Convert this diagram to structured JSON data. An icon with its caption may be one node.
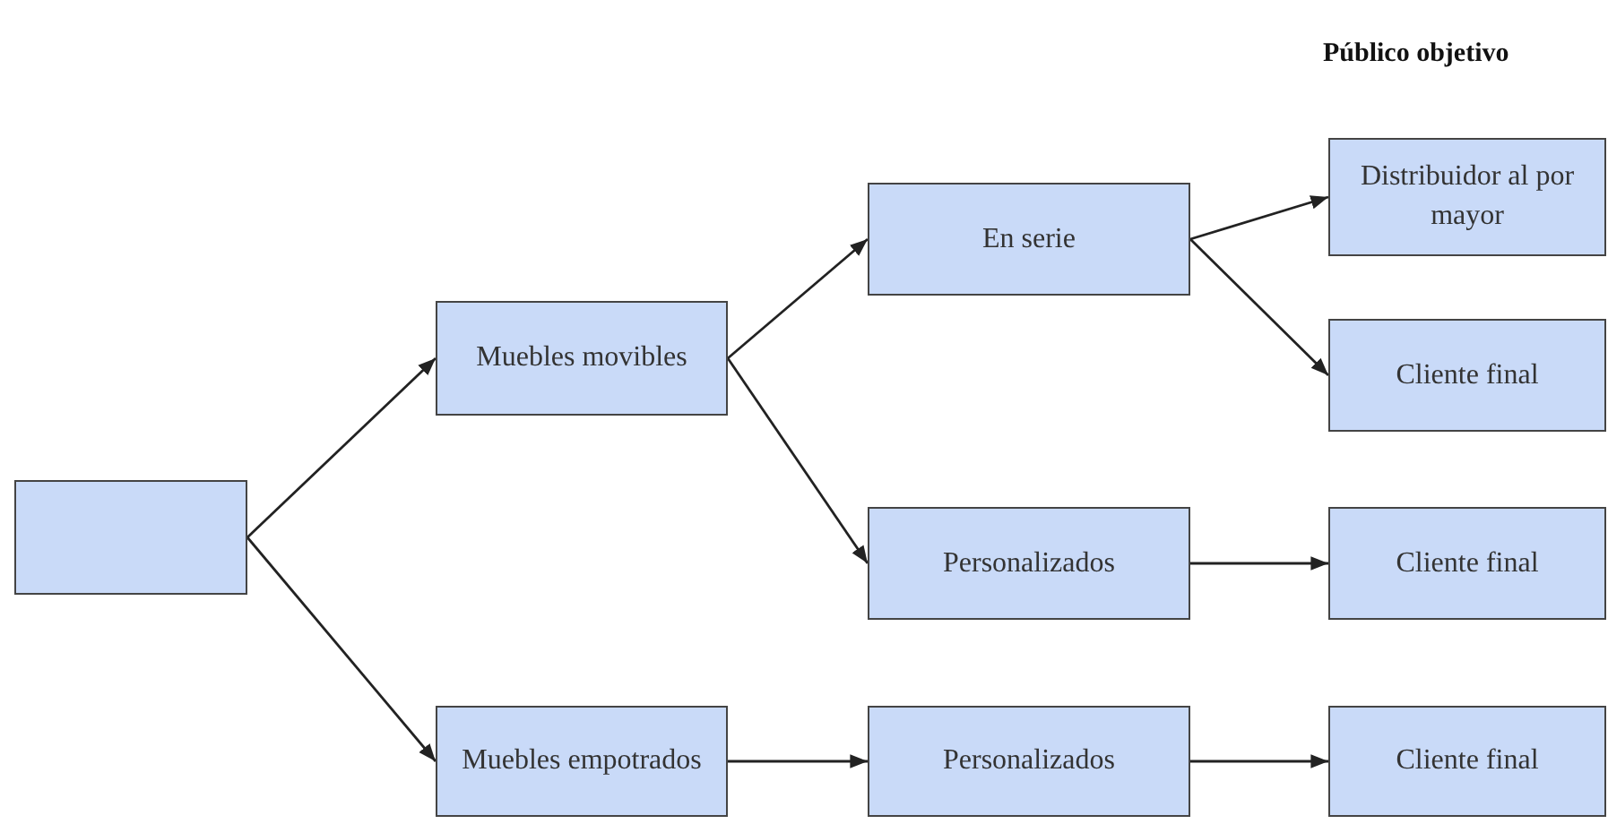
{
  "diagram": {
    "nodes": [
      {
        "text": [],
        "shape": "box"
      },
      {
        "text": [
          "Muebles movibles"
        ]
      },
      {
        "text": [
          "Muebles empotrados"
        ]
      },
      {
        "text": [
          "En serie"
        ]
      },
      {
        "text": [
          "Personalizados"
        ]
      },
      {
        "text": [
          "Personalizados"
        ]
      },
      {
        "text": [
          "Distribuidor al por mayor"
        ]
      },
      {
        "text": [
          "Cliente final"
        ]
      },
      {
        "text": [
          "Cliente final"
        ]
      },
      {
        "text": [
          "Cliente final"
        ]
      }
    ],
    "edges": [
      {
        "from": 0,
        "to": 1,
        "arrow": "to"
      },
      {
        "from": 0,
        "to": 2,
        "arrow": "to"
      },
      {
        "from": 1,
        "to": 3,
        "arrow": "to"
      },
      {
        "from": 1,
        "to": 4,
        "arrow": "to"
      },
      {
        "from": 2,
        "to": 5,
        "arrow": "to"
      },
      {
        "from": 3,
        "to": 6,
        "arrow": "to"
      },
      {
        "from": 3,
        "to": 7,
        "arrow": "to"
      },
      {
        "from": 4,
        "to": 8,
        "arrow": "to"
      },
      {
        "from": 5,
        "to": 9,
        "arrow": "to"
      }
    ],
    "labels": [
      "Público objetivo"
    ]
  }
}
